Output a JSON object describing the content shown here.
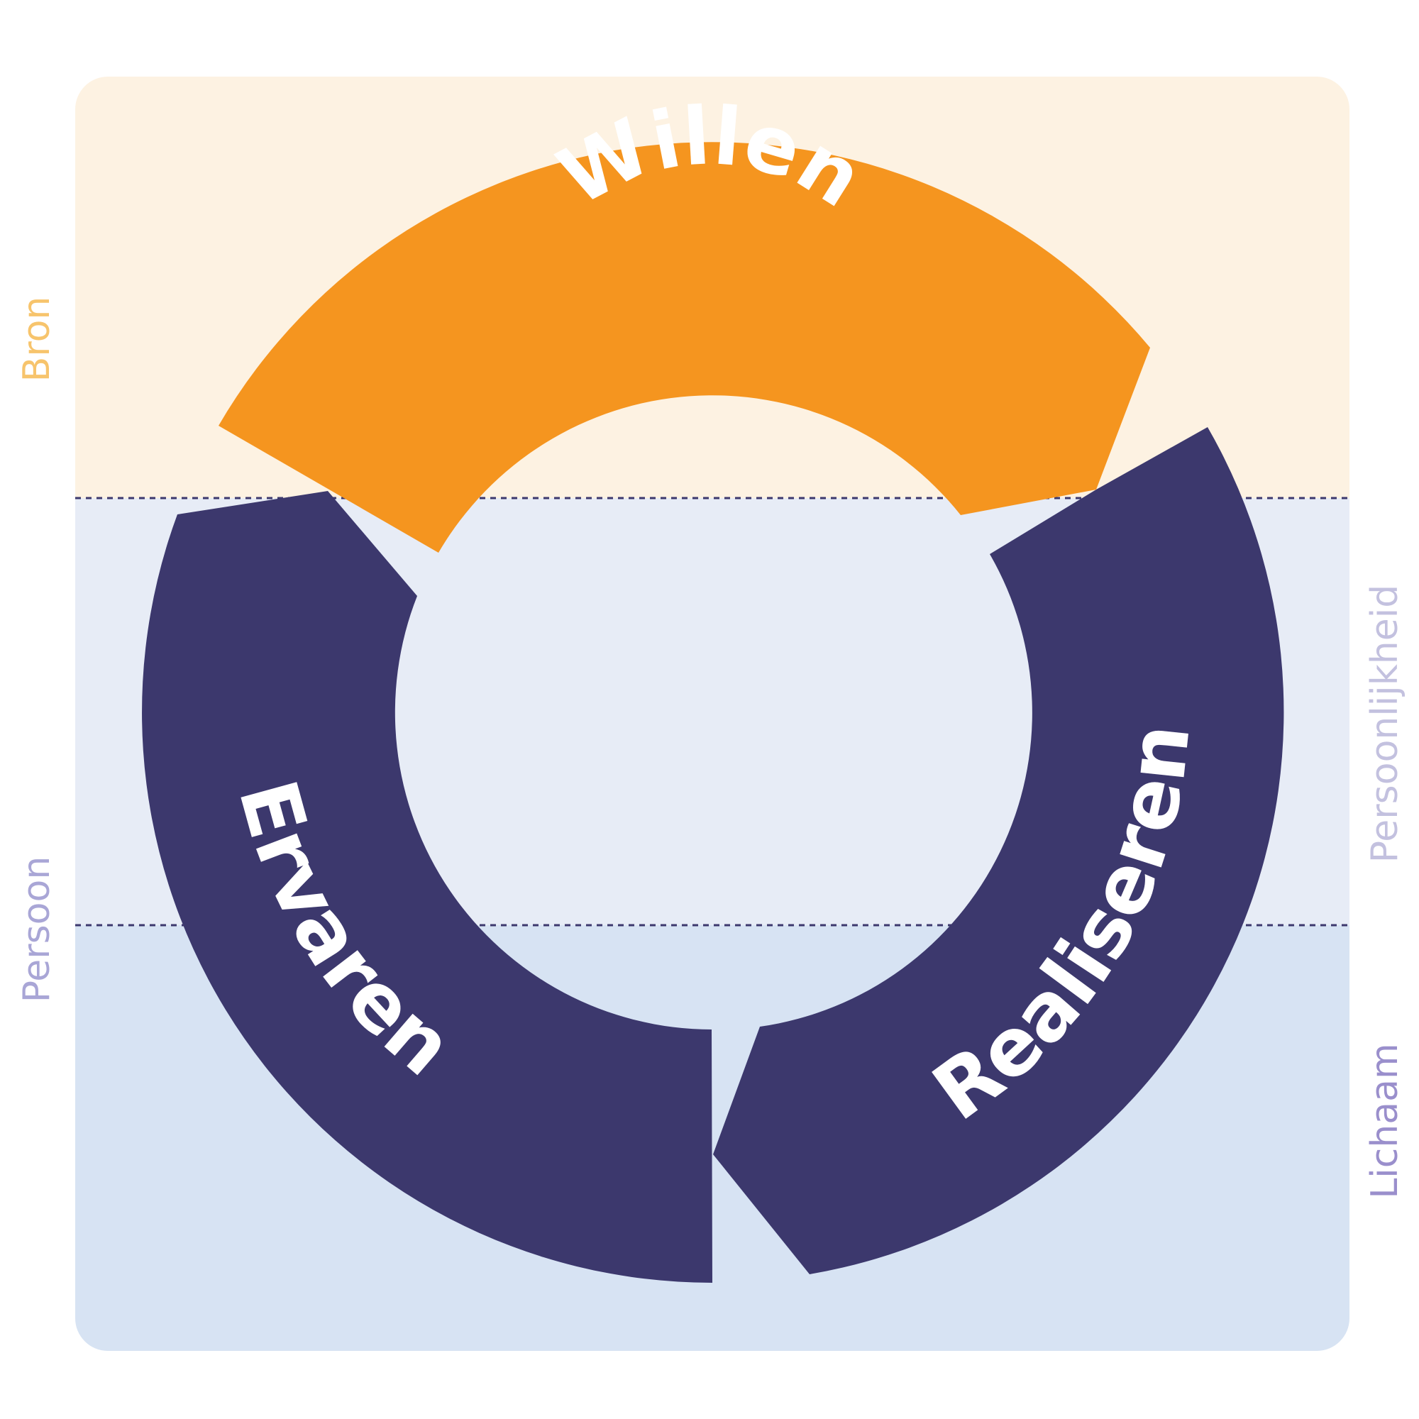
{
  "diagram": {
    "zones": [
      {
        "name": "Bron",
        "color": "#fdf2e2",
        "label_color": "#f7c46c"
      },
      {
        "name": "Persoonlijkheid",
        "color": "#e7ecf6",
        "label_color": "#c3c1df"
      },
      {
        "name": "Persoon",
        "color": "#e7ecf6",
        "label_color": "#a9a6d6"
      },
      {
        "name": "Lichaam",
        "color": "#d7e3f3",
        "label_color": "#9a8fcc"
      }
    ],
    "divider_color": "#3c386d",
    "segments": [
      {
        "label": "Willen",
        "color": "#f5951f",
        "text_color": "#ffffff"
      },
      {
        "label": "Ervaren",
        "color": "#3c386d",
        "text_color": "#ffffff"
      },
      {
        "label": "Realiseren",
        "color": "#3c386d",
        "text_color": "#ffffff"
      }
    ]
  }
}
